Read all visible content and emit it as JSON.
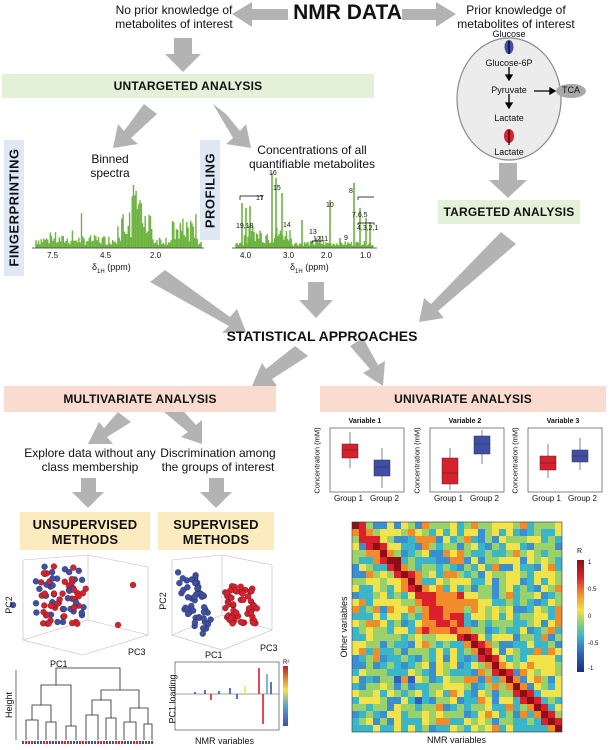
{
  "nmr_data": "NMR DATA",
  "no_prior": "No prior knowledge of metabolites of interest",
  "prior": "Prior knowledge of metabolites of interest",
  "cell": {
    "glucose_out": "Glucose",
    "glucose6p": "Glucose-6P",
    "pyruvate": "Pyruvate",
    "tca": "TCA",
    "lactate_in": "Lactate",
    "lactate_out": "Lactate"
  },
  "untargeted": "UNTARGETED ANALYSIS",
  "targeted": "TARGETED ANALYSIS",
  "fingerprinting": "FINGERPRINTING",
  "profiling": "PROFILING",
  "binned": "Binned spectra",
  "concentrations": "Concentrations of all quantifiable metabolites",
  "spectrum1": {
    "ticks": [
      "7.5",
      "4.5",
      "2.0"
    ],
    "xlabel_main": "δ",
    "xlabel_sub": "1H",
    "xlabel_unit": "(ppm)"
  },
  "spectrum2": {
    "ticks": [
      "4.0",
      "3.0",
      "2.0",
      "1.0"
    ],
    "xlabel_main": "δ",
    "xlabel_sub": "1H",
    "xlabel_unit": "(ppm)",
    "peaks": [
      "16",
      "15",
      "17",
      "19,18",
      "14",
      "10",
      "13",
      "12",
      "11",
      "9",
      "8",
      "7,6,5",
      "4,3,2,1"
    ]
  },
  "statistical": "STATISTICAL APPROACHES",
  "multivariate": "MULTIVARIATE ANALYSIS",
  "univariate": "UNIVARIATE ANALYSIS",
  "explore": "Explore data without any class membership",
  "discrimination": "Discrimination among the groups of interest",
  "unsupervised": "UNSUPERVISED METHODS",
  "supervised": "SUPERVISED METHODS",
  "pca": {
    "pc1": "PC1",
    "pc2": "PC2",
    "pc3": "PC3"
  },
  "dendro": {
    "ylabel": "Height"
  },
  "loading": {
    "ylabel": "PC1 loading",
    "xlabel": "NMR variables",
    "legend": "R²"
  },
  "boxplots": [
    {
      "title": "Variable 1",
      "ylabel": "Concentration (mM)",
      "groups": [
        "Group 1",
        "Group 2"
      ]
    },
    {
      "title": "Variable 2",
      "ylabel": "Concentration (mM)",
      "groups": [
        "Group 1",
        "Group 2"
      ]
    },
    {
      "title": "Variable 3",
      "ylabel": "Concentration (mM)",
      "groups": [
        "Group 1",
        "Group 2"
      ]
    }
  ],
  "heatmap": {
    "ylabel": "Other variables",
    "xlabel": "NMR variables",
    "legend_title": "R",
    "legend_ticks": [
      "1",
      "0.5",
      "0",
      "-0.5",
      "-1"
    ]
  },
  "colors": {
    "green_banner": "#e3f1d8",
    "pink_banner": "#f9dccf",
    "yellow_banner": "#fcebbf",
    "blue_banner": "#dfe8f5",
    "arrow": "#b3b3b3",
    "group1": "#d9202c",
    "group2": "#3f4fa8",
    "spectrum": "#6db33f"
  }
}
